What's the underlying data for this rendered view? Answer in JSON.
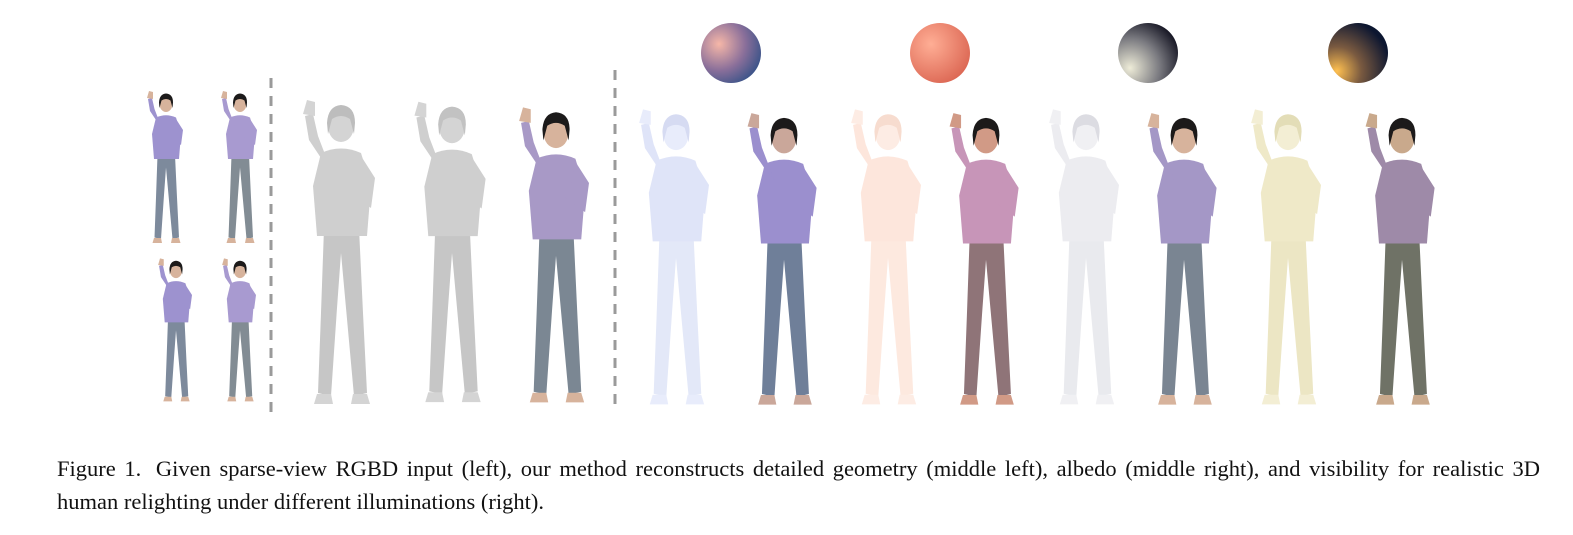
{
  "figure": {
    "panels": [
      "sparse-view RGBD input",
      "reconstructed geometry (front)",
      "reconstructed geometry (back)",
      "albedo",
      "relighting 1 visibility",
      "relighting 1 render",
      "relighting 2 visibility",
      "relighting 2 render",
      "relighting 3 visibility",
      "relighting 3 render",
      "relighting 4 visibility",
      "relighting 4 render"
    ],
    "colors": {
      "shirt": "#a899c6",
      "pants": "#7b8793",
      "hair": "#1c1a1a",
      "skin": "#d7b39c",
      "mesh": "#cfcfcf",
      "divider": "#9a9a9a"
    },
    "environment_spheres": [
      {
        "name": "env-light-1",
        "light": "#f0a8a0",
        "dark": "#2f4f86"
      },
      {
        "name": "env-light-2",
        "light": "#ff9a82",
        "dark": "#d85f4c"
      },
      {
        "name": "env-light-3",
        "light": "#e8e6d4",
        "dark": "#141422"
      },
      {
        "name": "env-light-4",
        "light": "#ffb84a",
        "dark": "#0c1630"
      }
    ],
    "relit_tints": {
      "vis_1": "#dfe4f8",
      "render_1_shirt": "#9b8fce",
      "render_1_pants": "#6f7f99",
      "vis_2": "#fde6dc",
      "render_2_shirt": "#c795b8",
      "render_2_pants": "#8f7478",
      "vis_3": "#ececf0",
      "render_3_shirt": "#a497c6",
      "render_3_pants": "#7a8592",
      "vis_4": "#efe9c8",
      "render_4_shirt": "#9e8aa8",
      "render_4_pants": "#6f7266"
    }
  },
  "caption": {
    "label": "Figure 1.",
    "text": "Given sparse-view RGBD input (left), our method reconstructs detailed geometry (middle left), albedo (middle right), and visibility for realistic 3D human relighting under different illuminations (right)."
  }
}
